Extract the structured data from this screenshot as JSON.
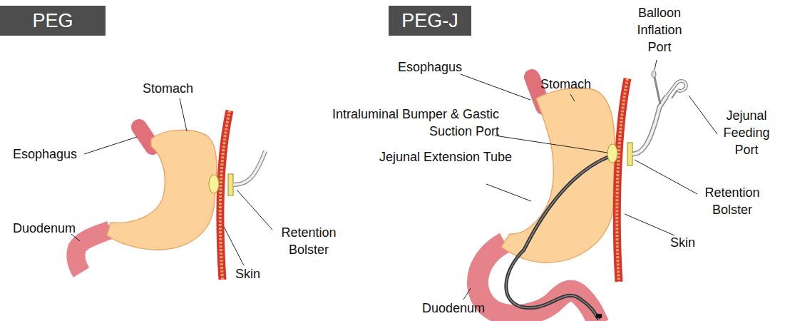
{
  "diagram": {
    "nodes": [
      {
        "text": [
          "PEG"
        ]
      },
      {
        "text": [
          "PEG-J"
        ]
      }
    ],
    "labels": [
      "Stomach",
      "Esophagus",
      "Duodenum",
      "Retention Bolster",
      "Skin",
      "Balloon Inflation Port",
      "Esophagus",
      "Stomach",
      "Intraluminal Bumper & Gastic Suction Port",
      "Jejunal Feeding Port",
      "Jejunal Extension Tube",
      "Retention Bolster",
      "Skin",
      "Duodenum"
    ]
  }
}
